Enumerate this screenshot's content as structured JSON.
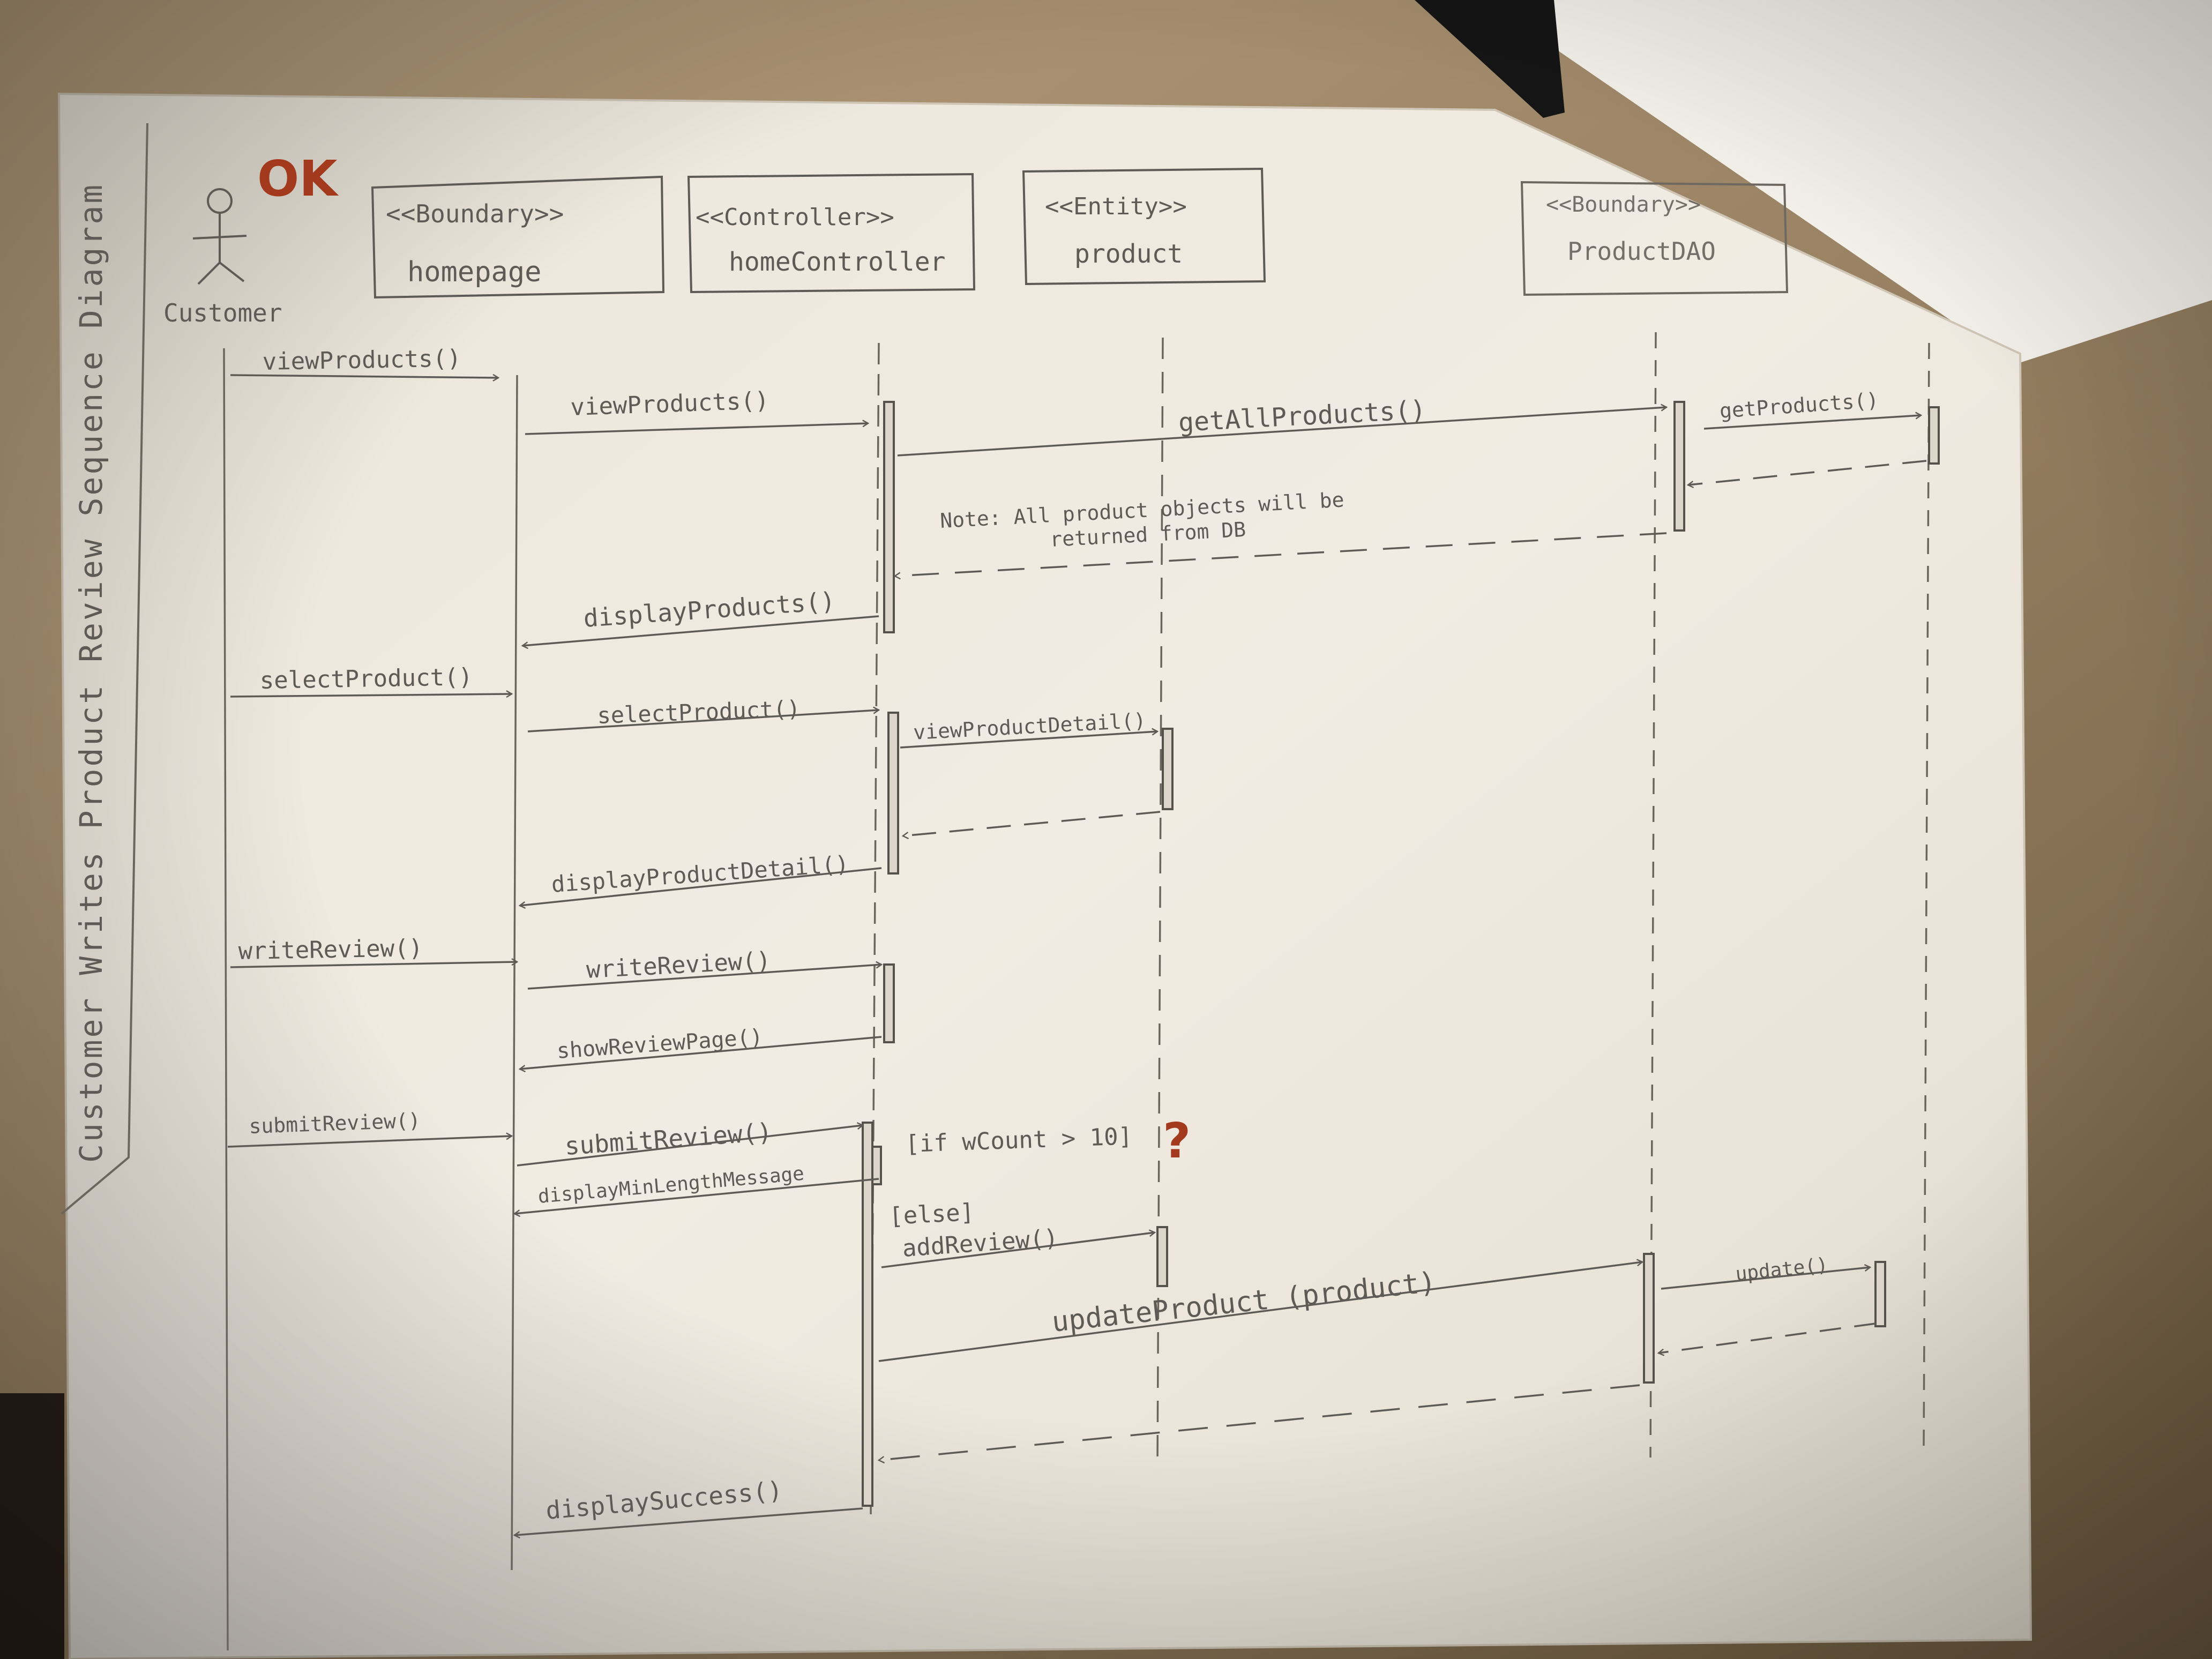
{
  "diagram": {
    "title": "Customer Writes Product Review Sequence Diagram",
    "approval_mark": "OK",
    "actor": {
      "name": "Customer"
    },
    "lifelines": [
      {
        "stereotype": "<<Boundary>>",
        "name": "homepage"
      },
      {
        "stereotype": "<<Controller>>",
        "name": "homeController"
      },
      {
        "stereotype": "<<Entity>>",
        "name": "product"
      },
      {
        "stereotype": "<<Boundary>>",
        "name": "ProductDAO"
      }
    ],
    "messages": [
      {
        "label": "viewProducts()"
      },
      {
        "label": "viewProducts()"
      },
      {
        "label": "getAllProducts()"
      },
      {
        "label": "getProducts()"
      },
      {
        "label": "displayProducts()"
      },
      {
        "label": "selectProduct()"
      },
      {
        "label": "selectProduct()"
      },
      {
        "label": "viewProductDetail()"
      },
      {
        "label": "displayProductDetail()"
      },
      {
        "label": "writeReview()"
      },
      {
        "label": "writeReview()"
      },
      {
        "label": "showReviewPage()"
      },
      {
        "label": "submitReview()"
      },
      {
        "label": "submitReview()"
      },
      {
        "label": "displayMinLengthMessage"
      },
      {
        "label": "addReview()"
      },
      {
        "label": "updateProduct (product)"
      },
      {
        "label": "update()"
      },
      {
        "label": "displaySuccess()"
      }
    ],
    "note": {
      "line1": "Note: All product objects will be",
      "line2": "returned from DB"
    },
    "guards": {
      "if": "[if wCount > 10]",
      "question": "?",
      "else": "[else]"
    }
  },
  "colors": {
    "ink": "#5e5a55",
    "red_ink": "#a33a1e",
    "paper": "#efe9df",
    "table": "#8a7558"
  }
}
